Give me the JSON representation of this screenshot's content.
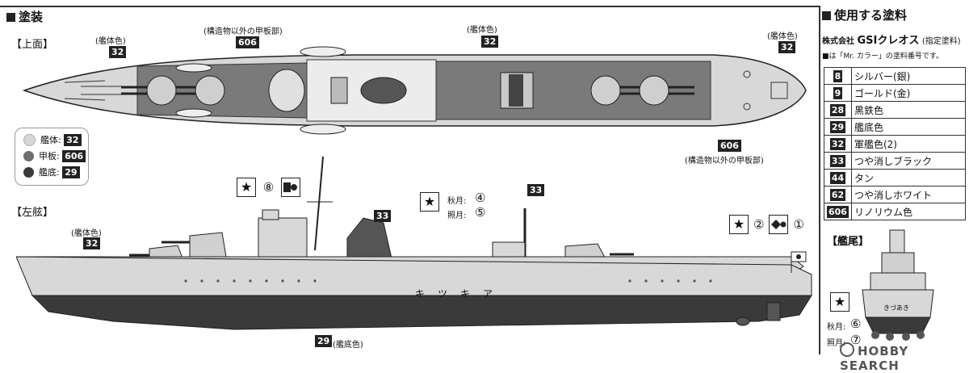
{
  "section_title": "塗装",
  "top_view": {
    "label": "【上面】",
    "callouts": [
      {
        "text": "(艦体色)",
        "code": "32"
      },
      {
        "text": "(構造物以外の甲板部)",
        "code": "606"
      },
      {
        "text": "(艦体色)",
        "code": "32"
      },
      {
        "text": "(艦体色)",
        "code": "32"
      },
      {
        "text": "(構造物以外の甲板部)",
        "code": "606"
      }
    ]
  },
  "legend": {
    "items": [
      {
        "label": "艦体:",
        "code": "32",
        "color": "#d8d8d8"
      },
      {
        "label": "甲板:",
        "code": "606",
        "color": "#6f6f6f"
      },
      {
        "label": "艦底:",
        "code": "29",
        "color": "#3a3a3a"
      }
    ]
  },
  "side_view": {
    "label": "【左舷】",
    "callouts": [
      {
        "text": "(艦体色)",
        "code": "32"
      },
      {
        "code": "33"
      },
      {
        "code": "33"
      },
      {
        "text": "(艦底色)",
        "code": "29"
      }
    ],
    "markers": {
      "left_circle": "⑧",
      "akizuki": "秋月:",
      "akizuki_num": "④",
      "teruzuki": "照月:",
      "teruzuki_num": "⑤",
      "right_circle_a": "②",
      "right_circle_b": "①"
    },
    "hull_text": "キ　ツ　キ　ア"
  },
  "stern_view": {
    "label": "【艦尾】",
    "akizuki": "秋月:",
    "akizuki_num": "⑥",
    "teruzuki": "照月:",
    "teruzuki_num": "⑦",
    "stern_text": "きづあき"
  },
  "paints": {
    "title": "使用する塗料",
    "maker_prefix": "株式会社",
    "maker_name": "GSIクレオス",
    "maker_suffix": "(指定塗料)",
    "note": "■は「Mr. カラー」の塗料番号です。",
    "rows": [
      {
        "code": "8",
        "name": "シルバー(銀)"
      },
      {
        "code": "9",
        "name": "ゴールド(金)"
      },
      {
        "code": "28",
        "name": "黒鉄色"
      },
      {
        "code": "29",
        "name": "艦底色"
      },
      {
        "code": "32",
        "name": "軍艦色(2)"
      },
      {
        "code": "33",
        "name": "つや消しブラック"
      },
      {
        "code": "44",
        "name": "タン"
      },
      {
        "code": "62",
        "name": "つや消しホワイト"
      },
      {
        "code": "606",
        "name": "リノリウム色"
      }
    ]
  },
  "watermark": "HOBBY SEARCH",
  "colors": {
    "hull": "#d8d8d8",
    "deck": "#6f6f6f",
    "bottom": "#3a3a3a"
  }
}
